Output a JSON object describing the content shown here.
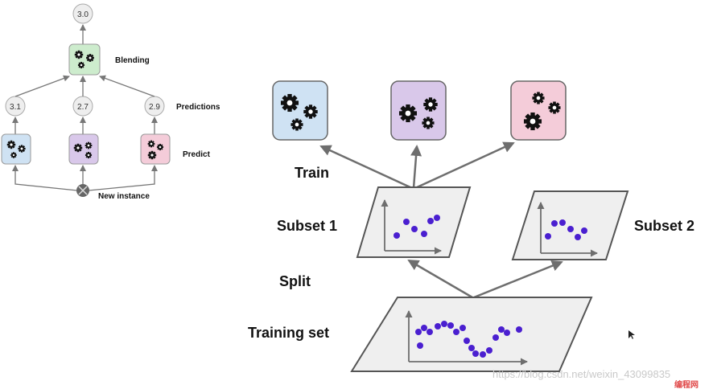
{
  "left_diagram": {
    "blend_value": "3.0",
    "blending_label": "Blending",
    "predictions_label": "Predictions",
    "predict_label": "Predict",
    "new_instance_label": "New instance",
    "predictions": [
      "3.1",
      "2.7",
      "2.9"
    ]
  },
  "right_diagram": {
    "train_label": "Train",
    "subset1_label": "Subset 1",
    "subset2_label": "Subset 2",
    "split_label": "Split",
    "training_set_label": "Training set"
  },
  "colors": {
    "blue_box": "#cfe2f3",
    "purple_box": "#d9c8ea",
    "pink_box": "#f4ccd9",
    "green_box": "#cdeccd",
    "dot": "#4a1fd0",
    "arrow": "#6e6e6e",
    "panel": "#efefef"
  },
  "watermark": "https://blog.csdn.net/weixin_43099835",
  "corner_logo": "编程网"
}
